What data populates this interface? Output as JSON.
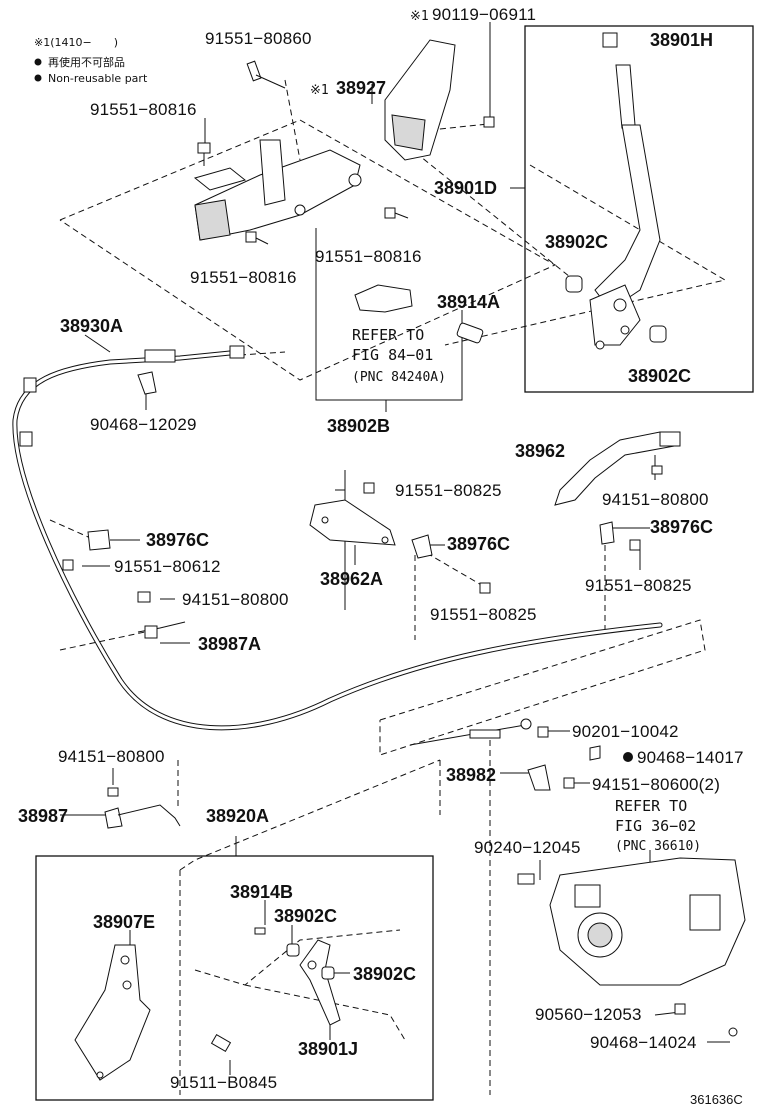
{
  "legend": {
    "mark_line": "※1(1410−　　)",
    "nonreuse_jp": "再使用不可部品",
    "nonreuse_en": "Non-reusable part"
  },
  "parts": {
    "p9155180860": "91551−80860",
    "p9155180816a": "91551−80816",
    "p9155180816b": "91551−80816",
    "p9155180816c": "91551−80816",
    "p9011906911": "90119−06911",
    "p90119_mark": "※1",
    "p38927": "38927",
    "p38927_mark": "※1",
    "p38901H": "38901H",
    "p38901D": "38901D",
    "p38902C_a": "38902C",
    "p38902C_b": "38902C",
    "p38914A": "38914A",
    "p38930A": "38930A",
    "p9046812029": "90468−12029",
    "p38902B": "38902B",
    "p38962": "38962",
    "p9415180800a": "94151−80800",
    "p9155180825a": "91551−80825",
    "p38976C_a": "38976C",
    "p38976C_b": "38976C",
    "p38976C_c": "38976C",
    "p9155180612": "91551−80612",
    "p38962A": "38962A",
    "p9155180825b": "91551−80825",
    "p9155180825c": "91551−80825",
    "p9415180800b": "94151−80800",
    "p38987A": "38987A",
    "p9020110042": "90201−10042",
    "p9046814017": "90468−14017",
    "p38982": "38982",
    "p9415180600": "94151−80600(2)",
    "p9415180800c": "94151−80800",
    "p38987": "38987",
    "p38920A": "38920A",
    "p9024012045": "90240−12045",
    "p38914B": "38914B",
    "p38902C_c": "38902C",
    "p38902C_d": "38902C",
    "p38907E": "38907E",
    "p38901J": "38901J",
    "p9056012053": "90560−12053",
    "p9046814024": "90468−14024",
    "p91511B0845": "91511−B0845"
  },
  "refs": {
    "refer1_line1": "REFER TO",
    "refer1_line2": "FIG 84−01",
    "refer1_line3": "(PNC 84240A)",
    "refer2_line1": "REFER TO",
    "refer2_line2": "FIG 36−02",
    "refer2_line3": "(PNC 36610)"
  },
  "footer": {
    "diagram_code": "361636C"
  }
}
